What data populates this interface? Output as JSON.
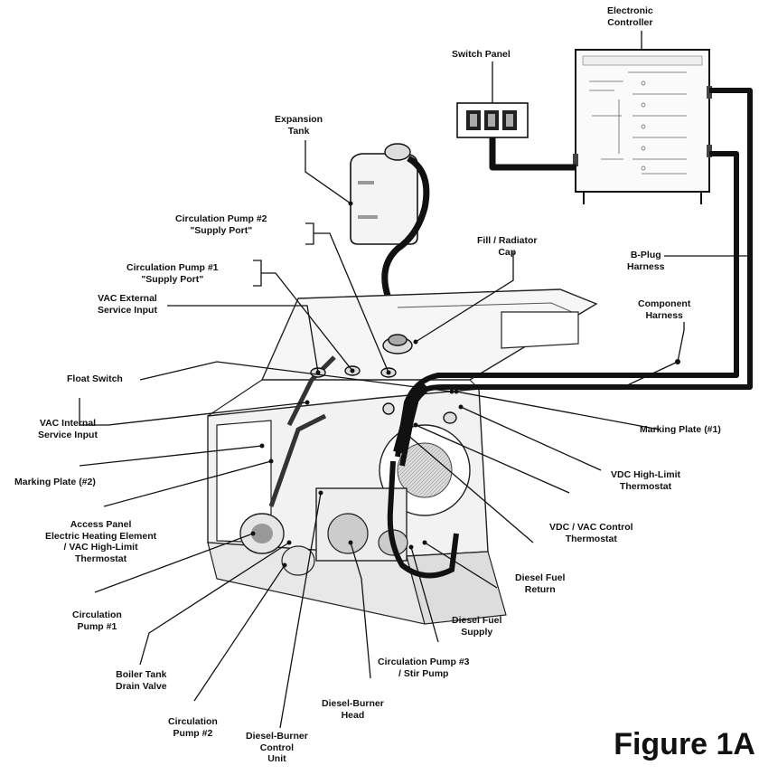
{
  "figure_title": "Figure 1A",
  "labels": {
    "electronic_controller": [
      "Electronic",
      "Controller"
    ],
    "switch_panel": [
      "Switch Panel"
    ],
    "expansion_tank": [
      "Expansion",
      "Tank"
    ],
    "circ_pump2_supply": [
      "Circulation Pump #2",
      "\"Supply Port\""
    ],
    "circ_pump1_supply": [
      "Circulation Pump #1",
      "\"Supply Port\""
    ],
    "fill_radiator_cap": [
      "Fill / Radiator",
      "Cap"
    ],
    "b_plug_harness": [
      "B-Plug",
      "Harness"
    ],
    "component_harness": [
      "Component",
      "Harness"
    ],
    "vac_external": [
      "VAC External",
      "Service Input"
    ],
    "float_switch": [
      "Float Switch"
    ],
    "vac_internal": [
      "VAC Internal",
      "Service Input"
    ],
    "marking_plate_1": [
      "Marking Plate (#1)"
    ],
    "marking_plate_2": [
      "Marking Plate (#2)"
    ],
    "vdc_high_limit": [
      "VDC High-Limit",
      "Thermostat"
    ],
    "access_panel": [
      "Access Panel",
      "Electric Heating Element",
      "/ VAC High-Limit",
      "Thermostat"
    ],
    "vdc_vac_control": [
      "VDC / VAC Control",
      "Thermostat"
    ],
    "diesel_fuel_return": [
      "Diesel Fuel",
      "Return"
    ],
    "circulation_pump_1": [
      "Circulation",
      "Pump #1"
    ],
    "diesel_fuel_supply": [
      "Diesel Fuel",
      "Supply"
    ],
    "circ_pump3_stir": [
      "Circulation Pump #3",
      "/ Stir Pump"
    ],
    "boiler_tank_drain": [
      "Boiler Tank",
      "Drain Valve"
    ],
    "diesel_burner_head": [
      "Diesel-Burner",
      "Head"
    ],
    "circulation_pump_2": [
      "Circulation",
      "Pump #2"
    ],
    "diesel_burner_control": [
      "Diesel-Burner",
      "Control",
      "Unit"
    ]
  }
}
